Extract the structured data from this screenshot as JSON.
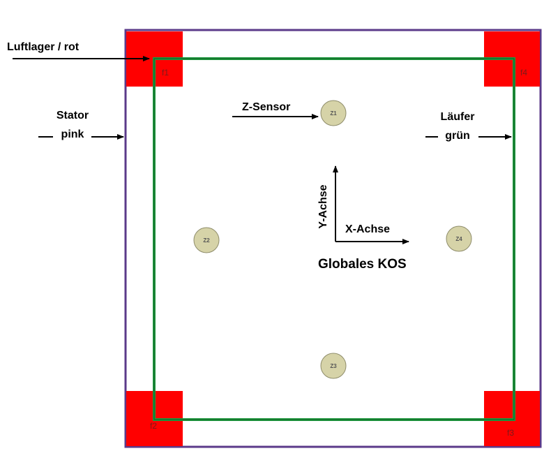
{
  "labels": {
    "luftlager": "Luftlager / rot",
    "stator_line1": "Stator",
    "stator_line2": "pink",
    "zsensor": "Z-Sensor",
    "laeufer_line1": "Läufer",
    "laeufer_line2": "grün",
    "y_axis": "Y-Achse",
    "x_axis": "X-Achse",
    "koordinatensystem": "Globales KOS"
  },
  "bearings": {
    "f1": "f1",
    "f2": "f2",
    "f3": "f3",
    "f4": "f4"
  },
  "sensors": {
    "z1": "Z1",
    "z2": "Z2",
    "z3": "Z3",
    "z4": "Z4"
  },
  "colors": {
    "stator": "#5b3a8a",
    "laeufer": "#1f9a3f",
    "bearing": "#ff0000",
    "sensor_fill": "#d6d3a8",
    "sensor_stroke": "#8e8c6a"
  }
}
